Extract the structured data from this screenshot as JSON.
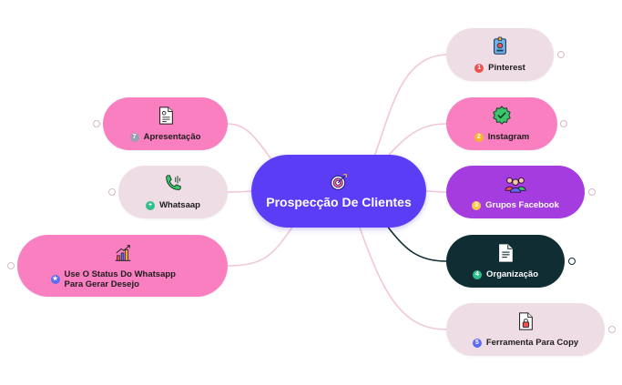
{
  "central": {
    "title": "Prospecção De Clientes",
    "icon": "target-icon"
  },
  "right_nodes": [
    {
      "number": "1",
      "label": "Pinterest",
      "icon": "pinterest-badge-icon",
      "color": "#efdde6",
      "number_color": "#f05050"
    },
    {
      "number": "2",
      "label": "Instagram",
      "icon": "verified-badge-icon",
      "color": "#f97fc1",
      "number_color": "#f7b52c"
    },
    {
      "number": "3",
      "label": "Grupos Facebook",
      "icon": "group-people-icon",
      "color": "#a53ce0",
      "number_color": "#f7c94a"
    },
    {
      "number": "4",
      "label": "Organização",
      "icon": "document-icon",
      "color": "#0f2d33",
      "number_color": "#2fbf8a"
    },
    {
      "number": "5",
      "label": "Ferramenta Para Copy",
      "icon": "locked-document-icon",
      "color": "#efdde6",
      "number_color": "#5b6cf0"
    }
  ],
  "left_nodes": [
    {
      "number": "7",
      "label": "Apresentação",
      "icon": "resume-document-icon",
      "color": "#f97fc1",
      "number_color": "#9aa0ad"
    },
    {
      "number": "+",
      "label": "Whatsaap",
      "icon": "phone-call-icon",
      "color": "#efdde6",
      "number_color": "#2fbf8a"
    },
    {
      "number": "★",
      "label": "Use O Status Do Whatsapp  Para Gerar Desejo",
      "icon": "growth-chart-icon",
      "color": "#f97fc1",
      "number_color": "#5b6cf0"
    }
  ],
  "colors": {
    "central": "#5b3df5",
    "link_pink": "#f3c6da",
    "link_dark": "#0f2d33"
  }
}
